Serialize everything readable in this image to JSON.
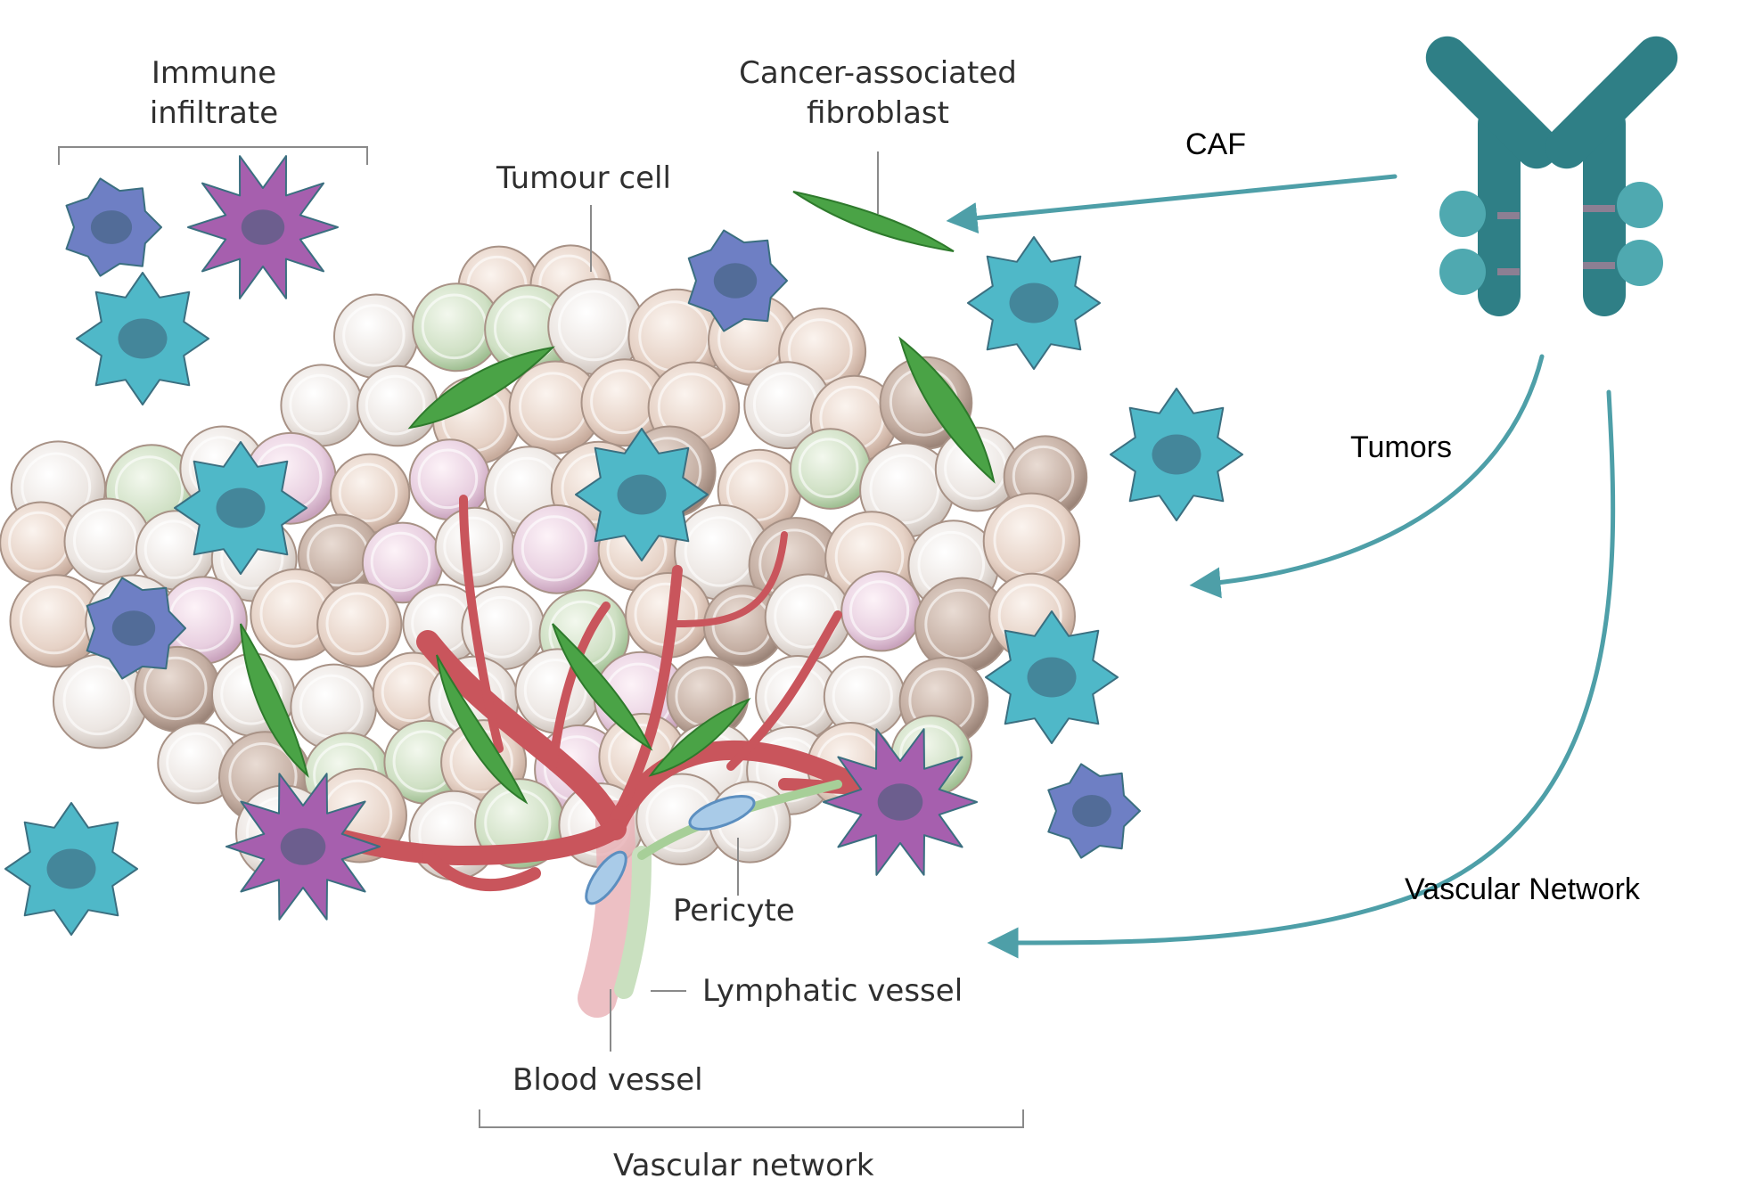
{
  "labels": {
    "immune_line1": "Immune",
    "immune_line2": "infiltrate",
    "caf_line1": "Cancer-associated",
    "caf_line2": "fibroblast",
    "tumour_cell": "Tumour cell",
    "pericyte": "Pericyte",
    "lymphatic_vessel": "Lymphatic vessel",
    "blood_vessel": "Blood vessel",
    "vascular_network": "Vascular network"
  },
  "annotations": {
    "caf": "CAF",
    "tumors": "Tumors",
    "vascular": "Vascular Network"
  },
  "colors": {
    "antibody": "#2f7f86",
    "antigen": "#4fa9b0",
    "arrow": "#4e9fa8",
    "blood_vessel": "#c9555c",
    "lymphatic": "#9bc58f",
    "fibroblast": "#4aa346",
    "immune_cyan": "#4fb8c8",
    "immune_purple": "#a65fae",
    "immune_blue": "#6e7fc4"
  },
  "icons": [
    "antibody-icon",
    "arrow-icon"
  ]
}
